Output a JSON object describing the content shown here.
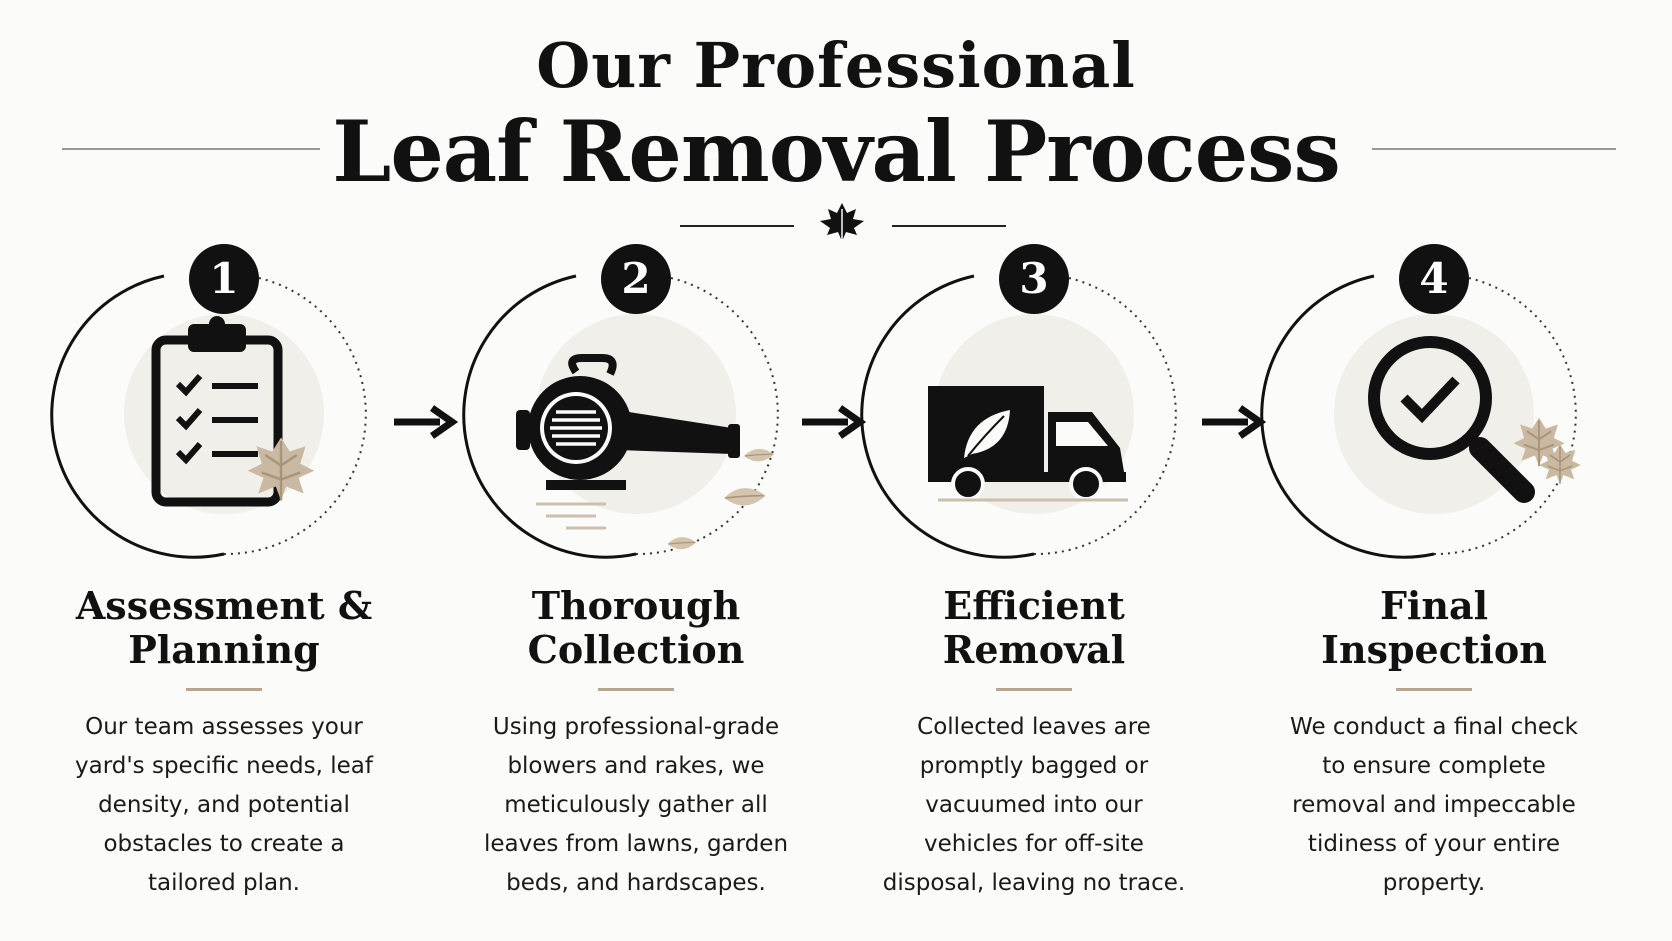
{
  "header": {
    "line1": "Our Professional",
    "line2": "Leaf Removal Process"
  },
  "colors": {
    "ink": "#111111",
    "accent_tan": "#b8a58e",
    "soft_circle": "#f1efe9",
    "background": "#fbfbfa"
  },
  "steps": [
    {
      "number": "1",
      "title_line1": "Assessment &",
      "title_line2": "Planning",
      "icon": "clipboard-checklist-icon",
      "description": "Our team assesses your yard's specific needs, leaf density, and potential obstacles to create a tailored plan."
    },
    {
      "number": "2",
      "title_line1": "Thorough",
      "title_line2": "Collection",
      "icon": "leaf-blower-icon",
      "description": "Using professional-grade blowers and rakes, we meticulously gather all leaves from lawns, garden beds, and hardscapes."
    },
    {
      "number": "3",
      "title_line1": "Efficient",
      "title_line2": "Removal",
      "icon": "truck-icon",
      "description": "Collected leaves are promptly bagged or vacuumed into our vehicles for off-site disposal, leaving no trace."
    },
    {
      "number": "4",
      "title_line1": "Final",
      "title_line2": "Inspection",
      "icon": "magnifier-check-icon",
      "description": "We conduct a final check to ensure complete removal and impeccable tidiness of your entire property."
    }
  ]
}
